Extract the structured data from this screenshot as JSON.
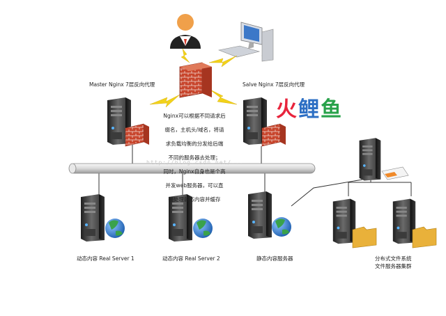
{
  "labels": {
    "master": "Master  Nginx 7层反向代理",
    "slave": "Salve Nginx 7层反向代理",
    "rs1": "动态内容  Real Server 1",
    "rs2": "动态内容  Real Server 2",
    "static": "静态内容服务器",
    "dfs_line1": "分布式文件系统",
    "dfs_line2": "文件服务器集群"
  },
  "note": {
    "lines": [
      "Nginx可以根据不同请求后",
      "缀名，主机头/域名，将请",
      "求负载均衡的分发给后端",
      "不同的服务器去处理；",
      "同时，Nginx自身也是个高",
      "并发web服务器，可以直",
      "接处理静态内容并缓存"
    ]
  },
  "watermark": {
    "char1": "火",
    "char2": "鲤",
    "char3": "鱼"
  },
  "faint_url": "http://blog.csdn.net/...",
  "colors": {
    "server_dark": "#2b2b2b",
    "server_mid": "#5a5a5a",
    "brick": "#c8452c",
    "globe_blue": "#2f74c8",
    "globe_green": "#3aa24a",
    "folder": "#e9b13a",
    "lightning": "#f2d21a"
  }
}
